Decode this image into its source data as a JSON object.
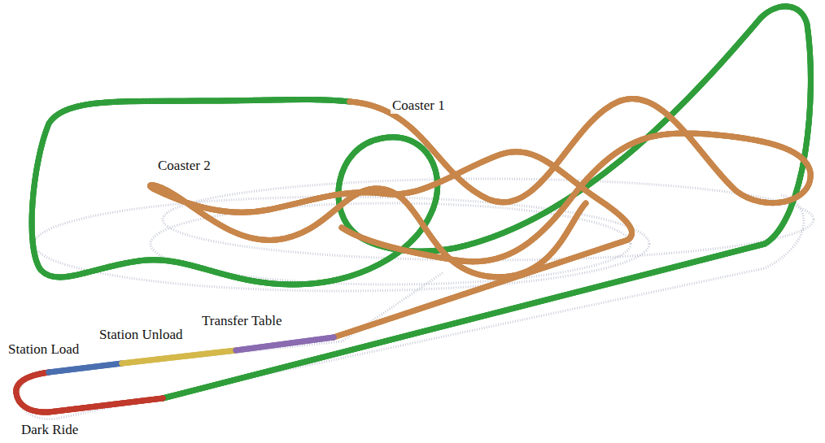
{
  "diagram": {
    "labels": [
      "Coaster 1",
      "Coaster 2",
      "Transfer Table",
      "Station Unload",
      "Station Load",
      "Dark Ride"
    ]
  }
}
